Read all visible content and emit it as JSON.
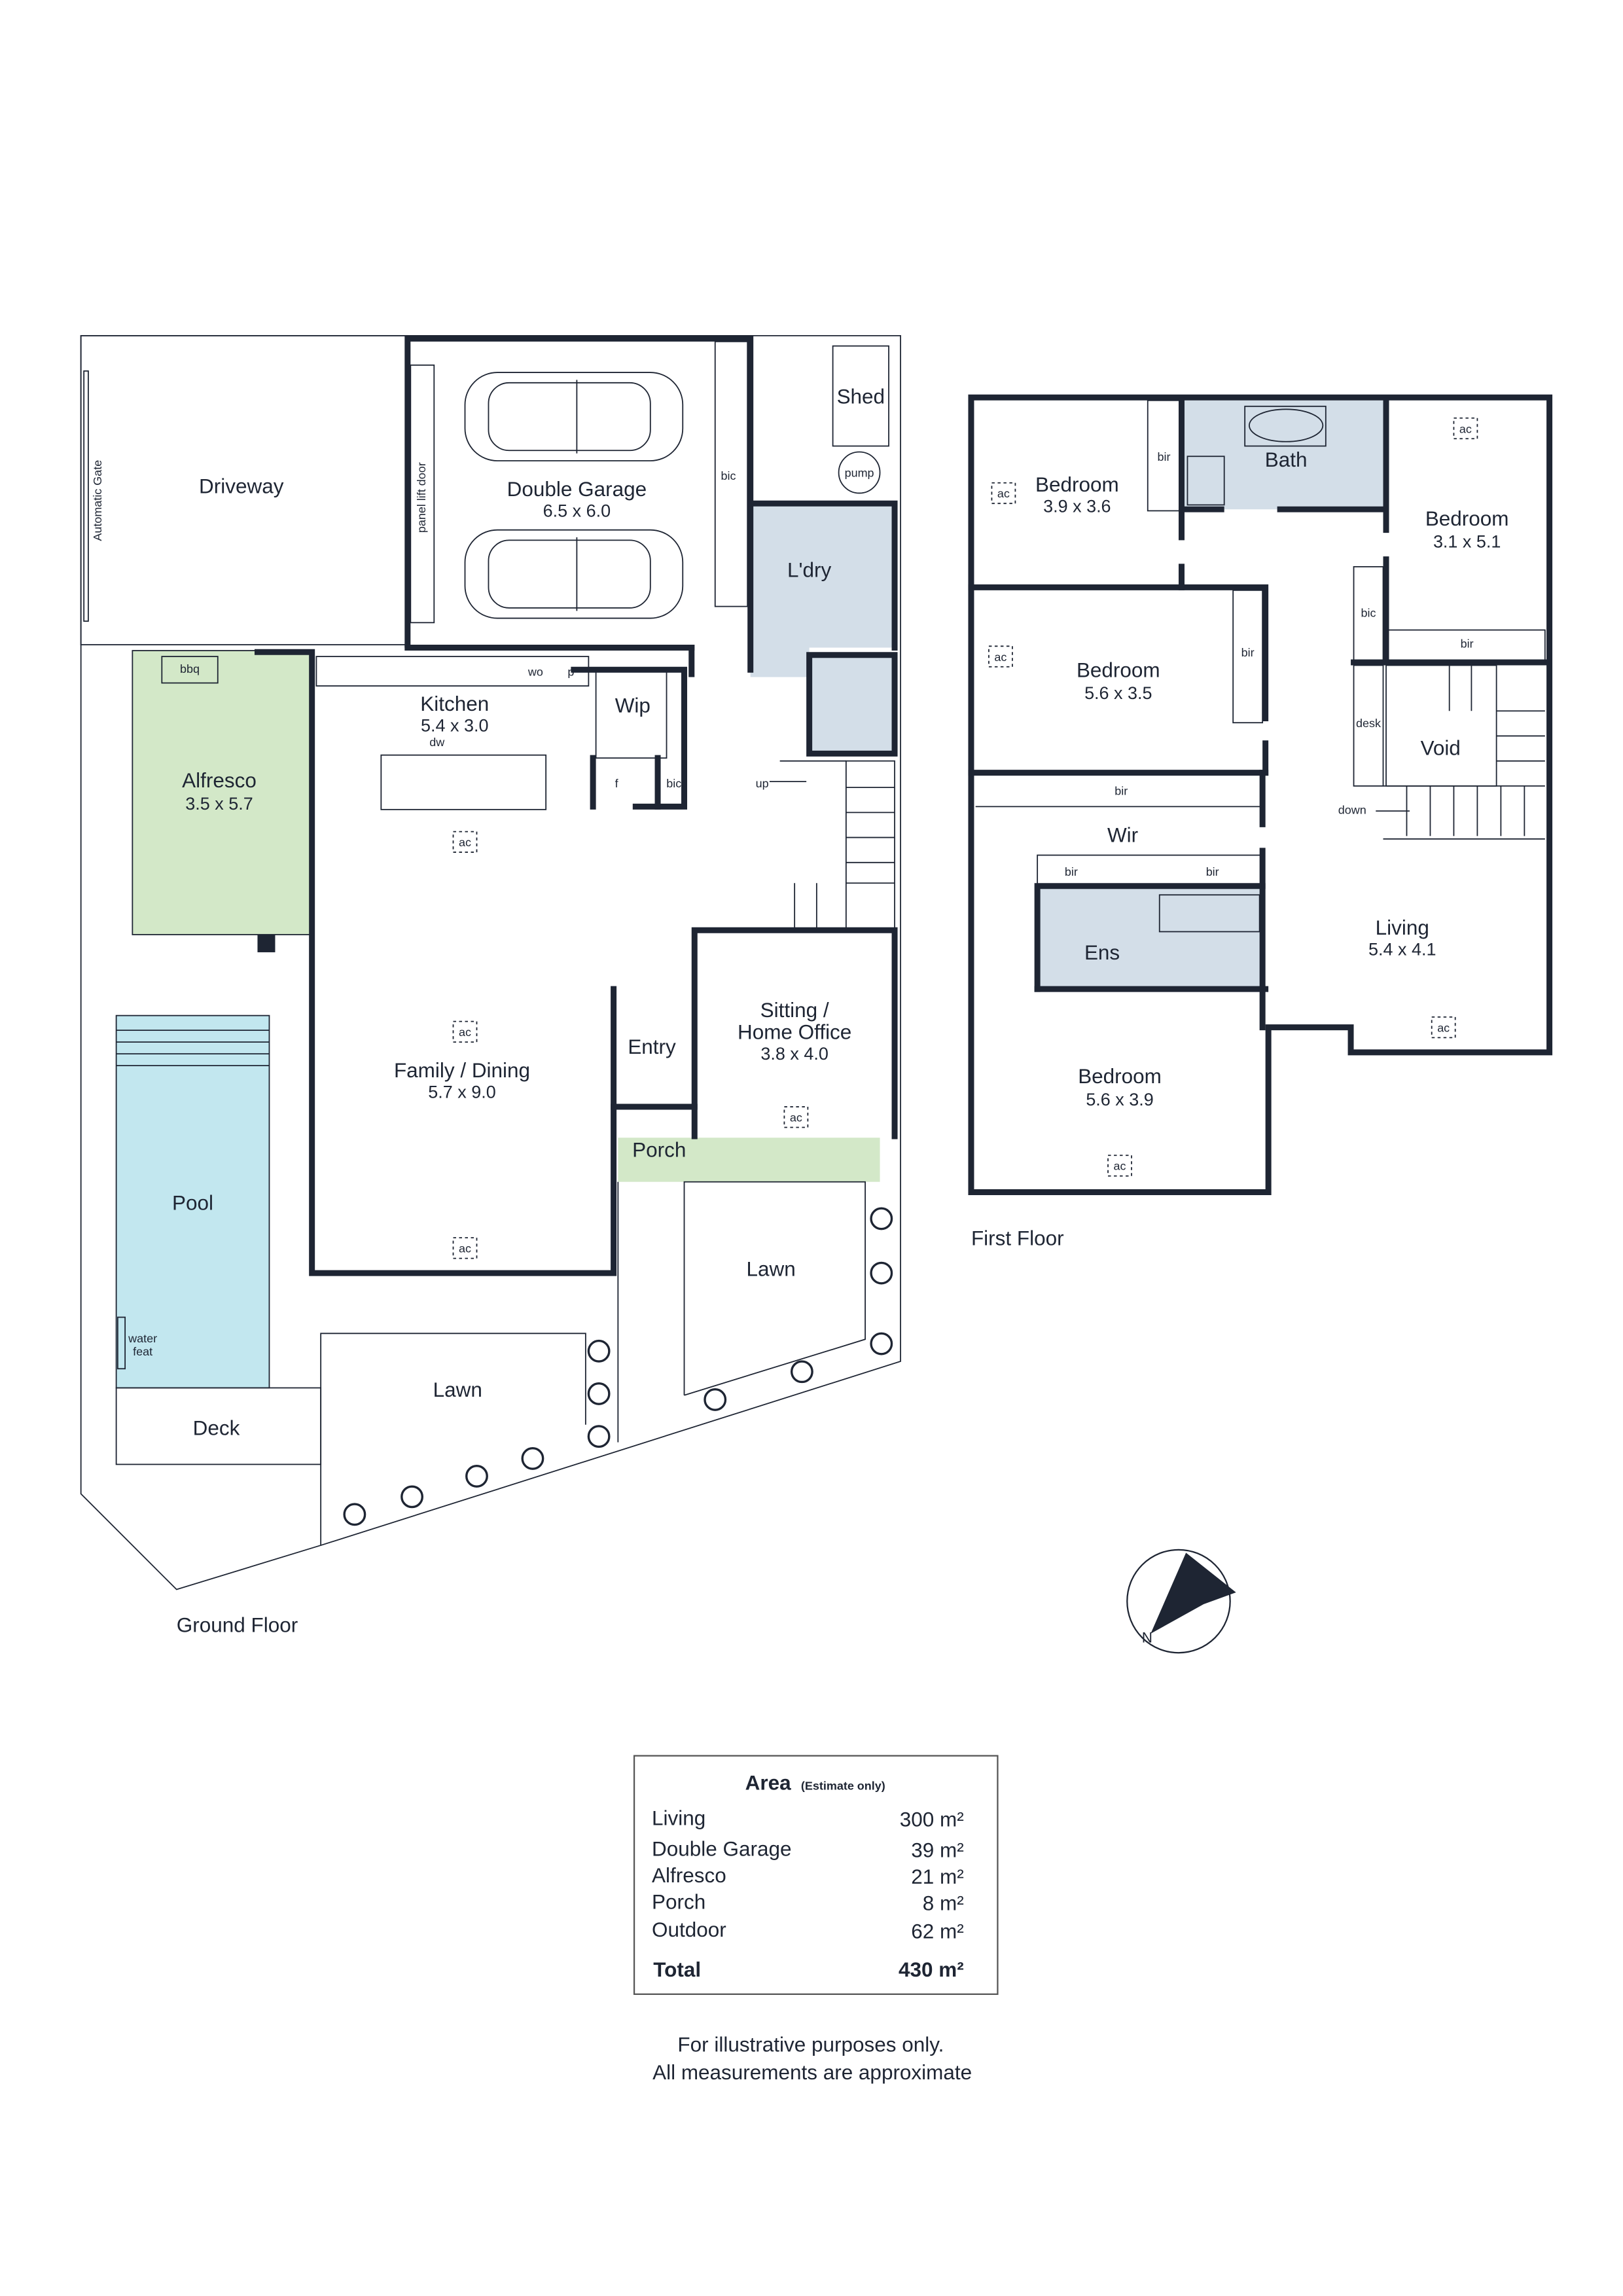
{
  "colors": {
    "wall": "#1e2533",
    "alfresco_porch": "#d3e8c8",
    "wet_areas": "#d3dee8",
    "pool": "#c2e7ef"
  },
  "ground_floor": {
    "caption": "Ground Floor",
    "rooms": {
      "driveway": "Driveway",
      "automatic_gate": "Automatic Gate",
      "panel_lift_door": "panel lift door",
      "garage": {
        "name": "Double Garage",
        "dims": "6.5 x 6.0"
      },
      "garage_bic": "bic",
      "shed": "Shed",
      "pump": "pump",
      "laundry": "L'dry",
      "alfresco": {
        "name": "Alfresco",
        "dims": "3.5 x 5.7"
      },
      "bbq": "bbq",
      "kitchen": {
        "name": "Kitchen",
        "dims": "5.4 x 3.0"
      },
      "dw": "dw",
      "wo": "wo",
      "p": "p",
      "f": "f",
      "kitchen_bic": "bic",
      "wip": "Wip",
      "up": "up",
      "family": {
        "name": "Family / Dining",
        "dims": "5.7 x 9.0"
      },
      "entry": "Entry",
      "sitting": {
        "name_line1": "Sitting /",
        "name_line2": "Home Office",
        "dims": "3.8 x 4.0"
      },
      "porch": "Porch",
      "pool": "Pool",
      "water_feature_line1": "water",
      "water_feature_line2": "feat",
      "deck": "Deck",
      "lawn_front": "Lawn",
      "lawn_rear": "Lawn",
      "ac": "ac"
    }
  },
  "first_floor": {
    "caption": "First Floor",
    "rooms": {
      "bed1": {
        "name": "Bedroom",
        "dims": "3.9 x 3.6"
      },
      "bath": "Bath",
      "bed2": {
        "name": "Bedroom",
        "dims": "3.1 x 5.1"
      },
      "bed3": {
        "name": "Bedroom",
        "dims": "5.6 x 3.5"
      },
      "bed4": {
        "name": "Bedroom",
        "dims": "5.6 x 3.9"
      },
      "wir": "Wir",
      "ens": "Ens",
      "void": "Void",
      "desk": "desk",
      "down": "down",
      "living": {
        "name": "Living",
        "dims": "5.4 x 4.1"
      },
      "bir": "bir",
      "bic": "bic",
      "ac": "ac"
    }
  },
  "area_table": {
    "title": "Area",
    "subtitle": "(Estimate only)",
    "rows": [
      {
        "label": "Living",
        "value": "300 m²"
      },
      {
        "label": "Double Garage",
        "value": "39 m²"
      },
      {
        "label": "Alfresco",
        "value": "21 m²"
      },
      {
        "label": "Porch",
        "value": "8 m²"
      },
      {
        "label": "Outdoor",
        "value": "62 m²"
      }
    ],
    "total_label": "Total",
    "total_value": "430 m²"
  },
  "disclaimer": {
    "line1": "For illustrative purposes only.",
    "line2": "All measurements are approximate"
  },
  "compass": {
    "label": "N",
    "icon": "north-arrow-icon"
  }
}
